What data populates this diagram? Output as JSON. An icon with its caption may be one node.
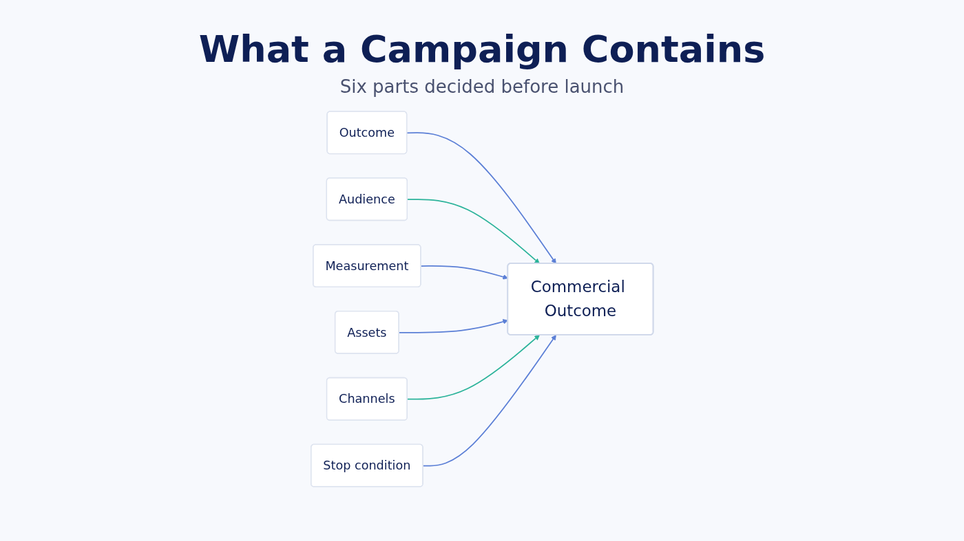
{
  "diagram": {
    "title": "What a Campaign Contains",
    "nodes": [
      {
        "text": [
          "Outcome"
        ]
      },
      {
        "text": [
          "Audience"
        ]
      },
      {
        "text": [
          "Measurement"
        ]
      },
      {
        "text": [
          "Commercial Outcome"
        ]
      },
      {
        "text": [
          "Assets"
        ]
      },
      {
        "text": [
          "Channels"
        ]
      },
      {
        "text": [
          "Stop condition"
        ]
      }
    ],
    "edges": [
      {
        "from": 0,
        "to": 3,
        "arrow": "to"
      },
      {
        "from": 1,
        "to": 3,
        "arrow": "to",
        "color": "#2bb39a"
      },
      {
        "from": 2,
        "to": 3,
        "arrow": "to"
      },
      {
        "from": 4,
        "to": 3,
        "arrow": "to"
      },
      {
        "from": 5,
        "to": 3,
        "arrow": "to",
        "color": "#2bb39a"
      },
      {
        "from": 6,
        "to": 3,
        "arrow": "to"
      }
    ],
    "labels": [
      "Six parts decided before launch"
    ]
  }
}
